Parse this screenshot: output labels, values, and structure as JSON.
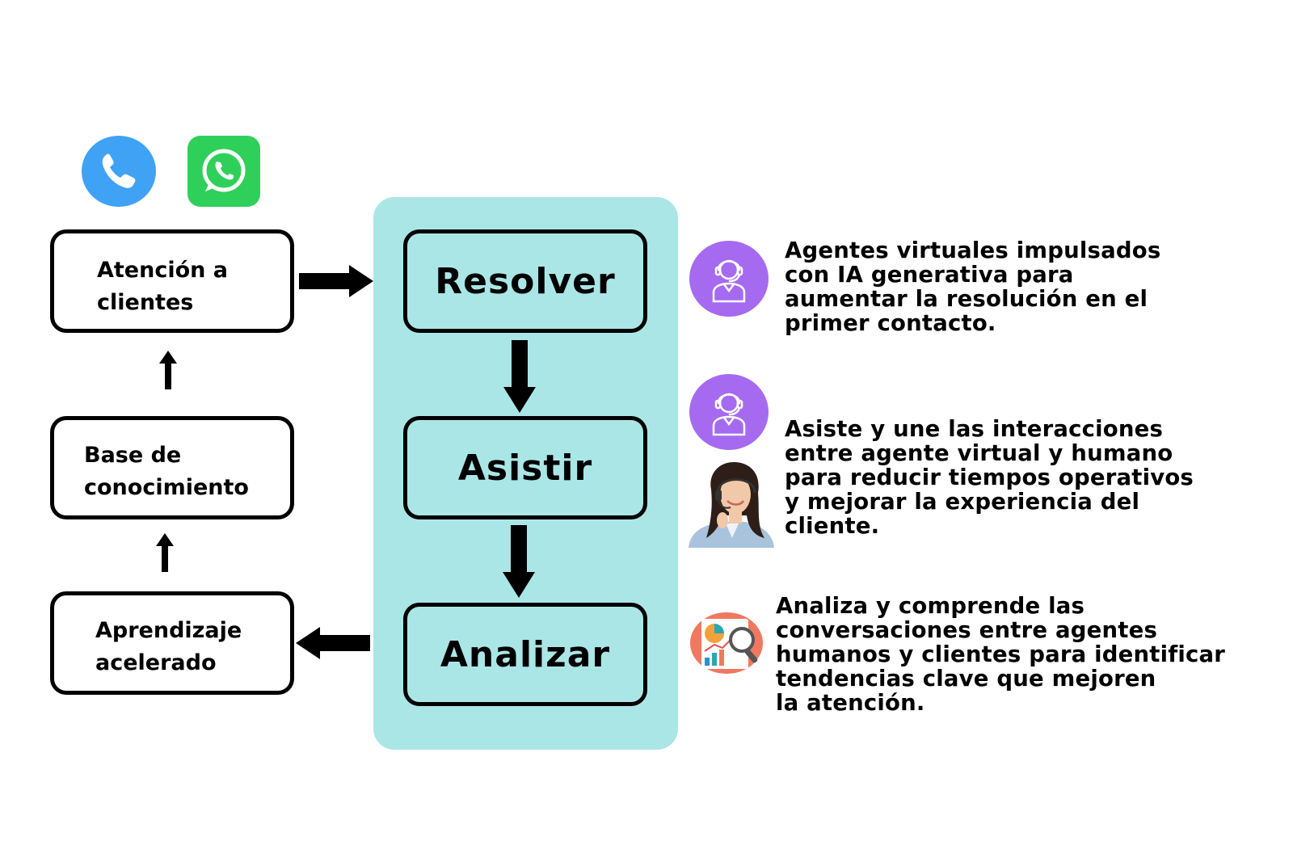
{
  "channels": {
    "phone_icon": "phone-icon",
    "whatsapp_icon": "whatsapp-icon",
    "phone_color": "#3fa2f5",
    "whatsapp_color": "#2fd05a"
  },
  "cycle": {
    "atencion": "Atención a\nclientes",
    "base": "Base de\nconocimiento",
    "aprendizaje": "Aprendizaje\nacelerado"
  },
  "stages": {
    "resolver": "Resolver",
    "asistir": "Asistir",
    "analizar": "Analizar",
    "panel_color": "#abe6e7"
  },
  "descriptions": {
    "resolver": "Agentes virtuales impulsados\ncon IA generativa para\naumentar la resolución en el\nprimer contacto.",
    "asistir": "Asiste y une las interacciones\nentre agente virtual y humano\npara reducir tiempos operativos\ny mejorar la experiencia del\ncliente.",
    "analizar": "Analiza y comprende las\nconversaciones entre agentes\nhumanos y clientes para identificar\ntendencias clave que mejoren\nla atención."
  },
  "icons": {
    "agent_icon": "headset-agent-icon",
    "agent_icon_color": "#a66af0",
    "human_agent": "human-agent-image",
    "analytics_icon": "analytics-icon",
    "analytics_color": "#f07860"
  }
}
